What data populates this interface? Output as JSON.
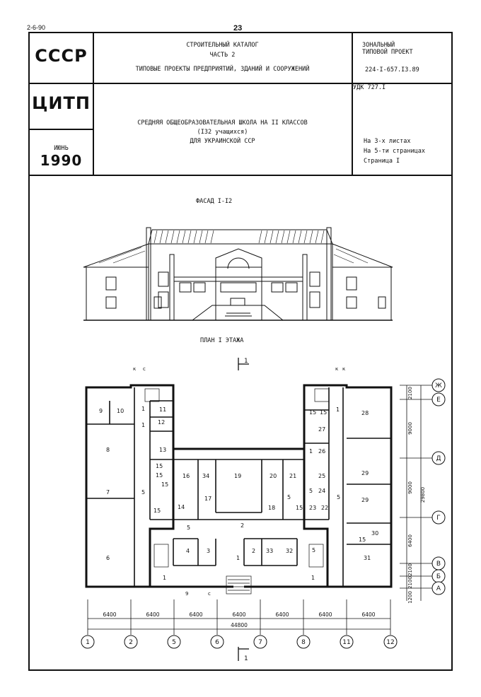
{
  "header": {
    "code": "2-6-90",
    "page_number": "23"
  },
  "stamp": {
    "org1": "СССР",
    "org2": "ЦИТП",
    "month": "ИЮНЬ",
    "year": "1990",
    "catalog_line1": "СТРОИТЕЛЬНЫЙ КАТАЛОГ",
    "catalog_line2": "ЧАСТЬ 2",
    "catalog_line3": "ТИПОВЫЕ ПРОЕКТЫ ПРЕДПРИЯТИЙ, ЗДАНИЙ И СООРУЖЕНИЙ",
    "type_line1": "ЗОНАЛЬНЫЙ",
    "type_line2": "ТИПОВОЙ ПРОЕКТ",
    "project_number": "224-I-657.I3.89",
    "udk": "УДК 727.I",
    "title_line1": "СРЕДНЯЯ ОБЩЕОБРАЗОВАТЕЛЬНАЯ ШКОЛА НА II КЛАССОВ",
    "title_line2": "(I32 учащихся)",
    "title_line3": "ДЛЯ УКРАИНСКОЙ ССР",
    "sheets_line1": "На 3-х листах",
    "sheets_line2": "На 5-ти страницах",
    "sheets_line3": "Страница I"
  },
  "drawing": {
    "facade_caption": "ФАСАД I-I2",
    "plan_caption": "ПЛАН I ЭТАЖА",
    "section_mark": "1",
    "room_numbers": [
      "9",
      "10",
      "1",
      "11",
      "12",
      "8",
      "13",
      "15",
      "15",
      "15",
      "14",
      "15",
      "16",
      "34",
      "17",
      "19",
      "20",
      "21",
      "18",
      "15",
      "5",
      "25",
      "24",
      "23",
      "22",
      "26",
      "27",
      "15",
      "15",
      "28",
      "29",
      "29",
      "30",
      "31",
      "7",
      "5",
      "6",
      "2",
      "4",
      "3",
      "1",
      "2",
      "33",
      "32",
      "5",
      "5",
      "1",
      "1",
      "15",
      "1",
      "1",
      "1",
      "5"
    ],
    "entrance_marks": [
      "к",
      "с",
      "к",
      "к",
      "9",
      "с"
    ],
    "dimensions_bottom": [
      "6400",
      "6400",
      "6400",
      "6400",
      "6400",
      "6400",
      "6400"
    ],
    "total_width": "44800",
    "axes_bottom": [
      "1",
      "2",
      "5",
      "6",
      "7",
      "8",
      "11",
      "12"
    ],
    "dimensions_right": [
      "2100",
      "9000",
      "9000",
      "6400",
      "2100",
      "2100",
      "1200"
    ],
    "total_depth": "29800",
    "axes_right": [
      "Ж",
      "Е",
      "Д",
      "Г",
      "В",
      "Б",
      "А"
    ]
  }
}
